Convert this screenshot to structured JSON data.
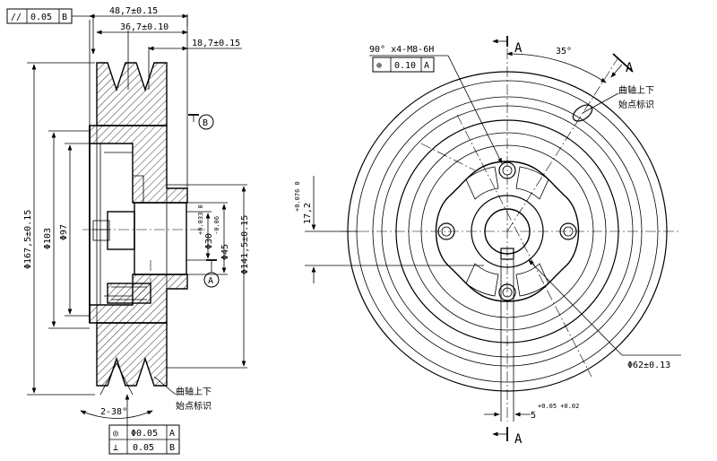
{
  "left_view": {
    "fcf_top": {
      "symbol": "//",
      "tolerance": "0.05",
      "datum": "B"
    },
    "dim_overall_width": "48,7±0.15",
    "dim_groove_width": "36,7±0.10",
    "dim_hub_offset": "18,7±0.15",
    "datum_b": "B",
    "datum_a": "A",
    "dia_outer": "Φ167,5±0.15",
    "dia_103": "Φ103",
    "dia_97": "Φ97",
    "dia_bore": "Φ30",
    "dia_bore_tol": "+0.033 0",
    "dia_45": "Φ45",
    "dia_45_tol": "-0.06",
    "dia_141": "Φ141,5±0.15",
    "angle": "2-38°",
    "note_line1": "曲轴上下",
    "note_line2": "始点标识",
    "fcf_bottom_row1": {
      "symbol": "◎",
      "tolerance": "Φ0.05",
      "datum": "A"
    },
    "fcf_bottom_row2": {
      "symbol": "⊥",
      "tolerance": "0.05",
      "datum": "B"
    }
  },
  "right_view": {
    "thread_note": "90° x4-M8-6H",
    "fcf_position": {
      "symbol": "⊕",
      "tolerance": "0.10",
      "datum": "A"
    },
    "angle_35": "35°",
    "section_a": "A",
    "note_line1": "曲轴上下",
    "note_line2": "始点标识",
    "dim_17": "17,2",
    "dim_17_tol": "+0.076 0",
    "dia_62": "Φ62±0.13",
    "dim_5": "5",
    "dim_5_tol": "+0.05 +0.02"
  },
  "colors": {
    "line": "#000000",
    "background": "#ffffff"
  }
}
